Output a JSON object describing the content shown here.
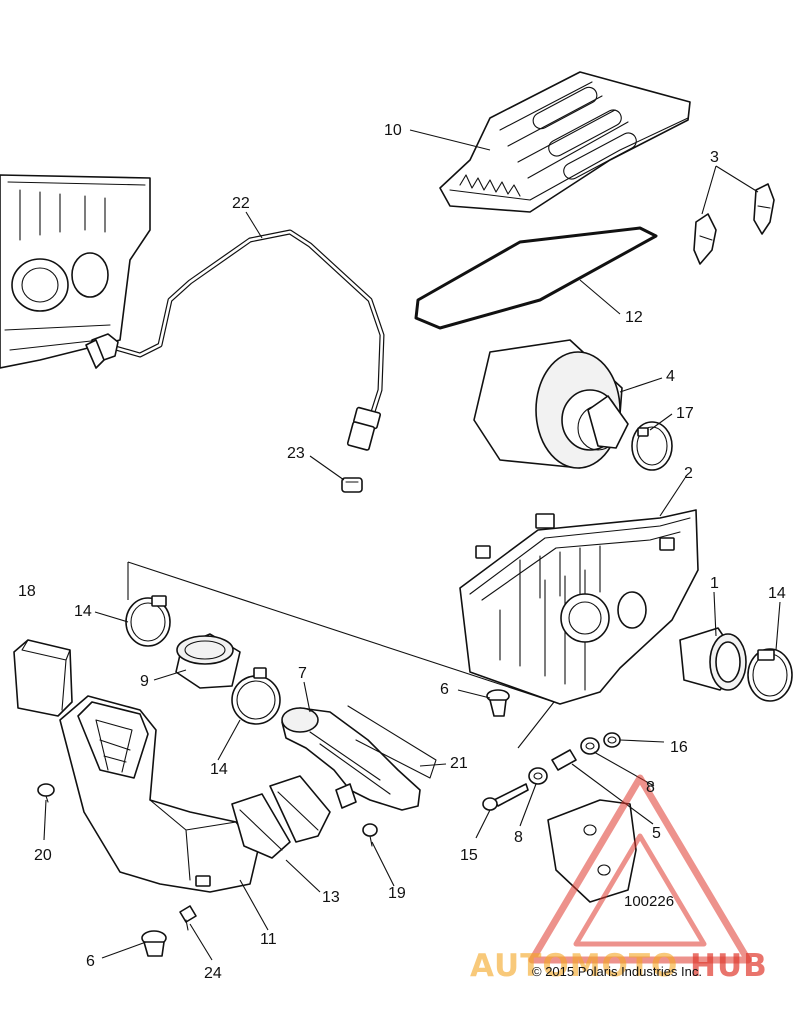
{
  "diagram": {
    "callouts": [
      {
        "id": "c10",
        "text": "10"
      },
      {
        "id": "c3",
        "text": "3"
      },
      {
        "id": "c22",
        "text": "22"
      },
      {
        "id": "c12",
        "text": "12"
      },
      {
        "id": "c4",
        "text": "4"
      },
      {
        "id": "c17",
        "text": "17"
      },
      {
        "id": "c23",
        "text": "23"
      },
      {
        "id": "c2",
        "text": "2"
      },
      {
        "id": "c1",
        "text": "1"
      },
      {
        "id": "c14a",
        "text": "14"
      },
      {
        "id": "c18",
        "text": "18"
      },
      {
        "id": "c14b",
        "text": "14"
      },
      {
        "id": "c9",
        "text": "9"
      },
      {
        "id": "c7",
        "text": "7"
      },
      {
        "id": "c6a",
        "text": "6"
      },
      {
        "id": "c16",
        "text": "16"
      },
      {
        "id": "c14c",
        "text": "14"
      },
      {
        "id": "c8a",
        "text": "8"
      },
      {
        "id": "c21",
        "text": "21"
      },
      {
        "id": "c5",
        "text": "5"
      },
      {
        "id": "c8b",
        "text": "8"
      },
      {
        "id": "c15",
        "text": "15"
      },
      {
        "id": "c20",
        "text": "20"
      },
      {
        "id": "c13",
        "text": "13"
      },
      {
        "id": "c19",
        "text": "19"
      },
      {
        "id": "c11",
        "text": "11"
      },
      {
        "id": "c6b",
        "text": "6"
      },
      {
        "id": "c24",
        "text": "24"
      }
    ],
    "reference_number": "100226",
    "copyright": "© 2015 Polaris Industries Inc."
  },
  "watermark": {
    "brand_part1": "AUTOMOTO",
    "brand_part2": "HUB",
    "color_orange": "#f5a623",
    "color_red": "#e03a2f"
  }
}
